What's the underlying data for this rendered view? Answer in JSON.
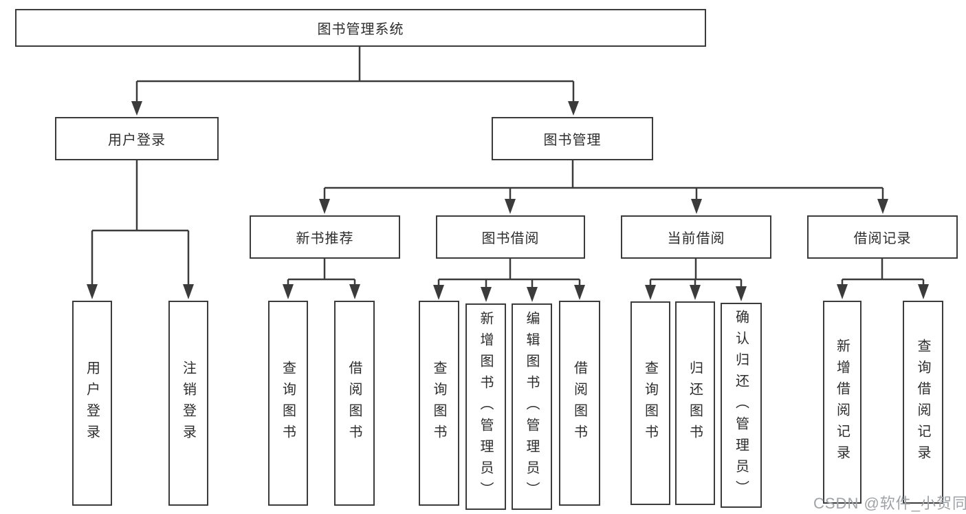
{
  "diagram": {
    "title_node": "图书管理系统",
    "level1": [
      "用户登录",
      "图书管理"
    ],
    "level2": [
      "新书推荐",
      "图书借阅",
      "当前借阅",
      "借阅记录"
    ],
    "leaves": [
      "用户登录",
      "注销登录",
      "查询图书",
      "借阅图书",
      "查询图书",
      "新增图书（管理员）",
      "编辑图书（管理员）",
      "借阅图书",
      "查询图书",
      "归还图书",
      "确认归还（管理员）",
      "新增借阅记录",
      "查询借阅记录"
    ],
    "colors": {
      "line": "#3b3b3b",
      "box_border": "#3b3b3b",
      "text": "#2d2d2d",
      "background": "#ffffff",
      "watermark": "#9fa3a8"
    }
  },
  "watermark": {
    "text": "CSDN @软件_小贺同学"
  }
}
